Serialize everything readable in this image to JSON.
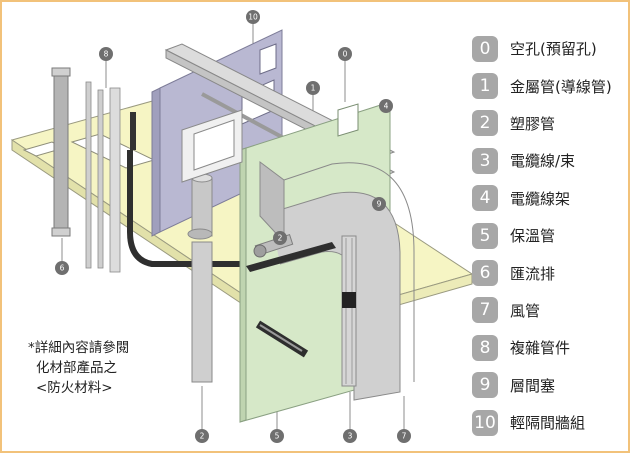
{
  "legend": [
    {
      "number": "0",
      "label": "空孔(預留孔)"
    },
    {
      "number": "1",
      "label": "金屬管(導線管)"
    },
    {
      "number": "2",
      "label": "塑膠管"
    },
    {
      "number": "3",
      "label": "電纜線/束"
    },
    {
      "number": "4",
      "label": "電纜線架"
    },
    {
      "number": "5",
      "label": "保溫管"
    },
    {
      "number": "6",
      "label": "匯流排"
    },
    {
      "number": "7",
      "label": "風管"
    },
    {
      "number": "8",
      "label": "複雜管件"
    },
    {
      "number": "9",
      "label": "層間塞"
    },
    {
      "number": "10",
      "label": "輕隔間牆組"
    }
  ],
  "note": {
    "line1": "*詳細內容請參閱",
    "line2": "化材部產品之",
    "line3": "<防火材料>"
  },
  "callouts": [
    "10",
    "8",
    "0",
    "1",
    "4",
    "9",
    "2",
    "6",
    "2",
    "5",
    "3",
    "7"
  ],
  "colors": {
    "slab": "#f6f5c4",
    "green_wall": "#d6e8c8",
    "partition_wall": "#b9b8d2",
    "badge": "#a7a7a7",
    "frame": "#f2c27a"
  }
}
